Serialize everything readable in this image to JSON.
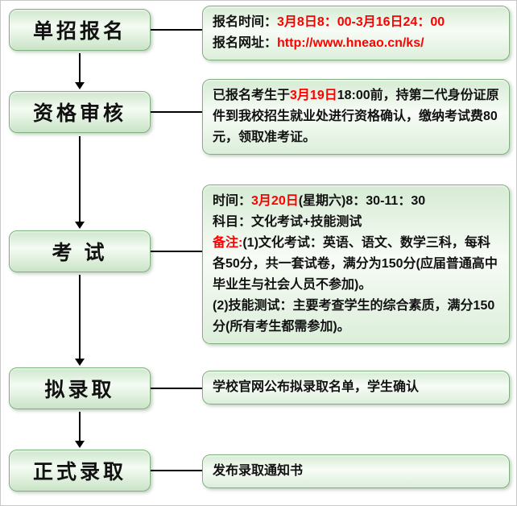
{
  "steps": [
    {
      "label": "单招报名"
    },
    {
      "label": "资格审核"
    },
    {
      "label": "考 试"
    },
    {
      "label": "拟录取"
    },
    {
      "label": "正式录取"
    }
  ],
  "details": {
    "registration": {
      "line1_label": "报名时间：",
      "line1_value": "3月8日8：00-3月16日24：00",
      "line2_label": "报名网址：",
      "line2_value": "http://www.hneao.cn/ks/"
    },
    "qualification": {
      "part1": "已报名考生于",
      "part2": "3月19日",
      "part3": "18:00前，持第二代身份证原件到我校招生就业处进行资格确认，缴纳考试费80元，领取准考证。"
    },
    "exam": {
      "time_label": "时间：",
      "time_date": "3月20日",
      "time_rest": "(星期六)8：30-11：30",
      "subject": "科目：文化考试+技能测试",
      "note_label": "备注:",
      "note1": "(1)文化考试：英语、语文、数学三科，每科各50分，共一套试卷，满分为150分(应届普通高中毕业生与社会人员不参加)。",
      "note2": "(2)技能测试：主要考查学生的综合素质，满分150分(所有考生都需参加)。"
    },
    "pre_admission": {
      "text": "学校官网公布拟录取名单，学生确认"
    },
    "admission": {
      "text": "发布录取通知书"
    }
  },
  "colors": {
    "highlight_red": "#ff0000",
    "box_border_green": "#7fae7f",
    "box_fill_green": "#dceeda",
    "text_black": "#111111"
  }
}
